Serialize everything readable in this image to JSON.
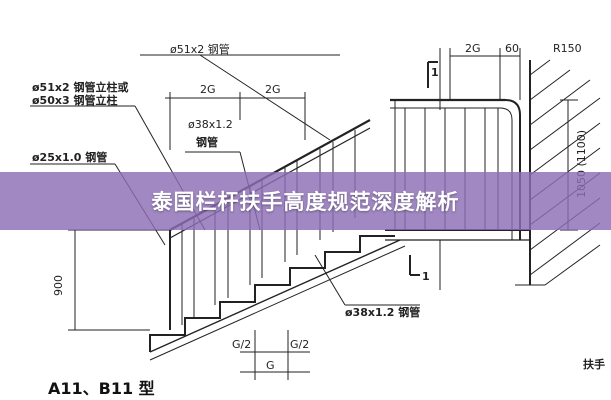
{
  "banner": {
    "title": "泰国栏杆扶手高度规范深度解析"
  },
  "left_drawing": {
    "callouts": {
      "top_pipe": "ø51x2 钢管",
      "post_a": "ø51x2 钢管立柱或",
      "post_b": "ø50x3 钢管立柱",
      "baluster_a": "ø38x1.2",
      "baluster_b": "钢管",
      "bottom_rail": "ø25x1.0 钢管",
      "stringer": "ø38x1.2 钢管"
    },
    "dims": {
      "top_left": "2G",
      "top_right": "2G",
      "height": "900",
      "half_a": "G/2",
      "half_b": "G/2",
      "step": "G"
    },
    "type_label": "A11、B11 型"
  },
  "right_drawing": {
    "dims": {
      "top_width": "2G",
      "offset": "60",
      "radius": "R150",
      "height": "1050 (1100)"
    },
    "section_marks": {
      "upper": "1",
      "lower": "1"
    },
    "caption_partial": "扶手"
  },
  "colors": {
    "line": "#222222",
    "banner": "#8c6eb4",
    "banner_text": "#ffffff"
  }
}
